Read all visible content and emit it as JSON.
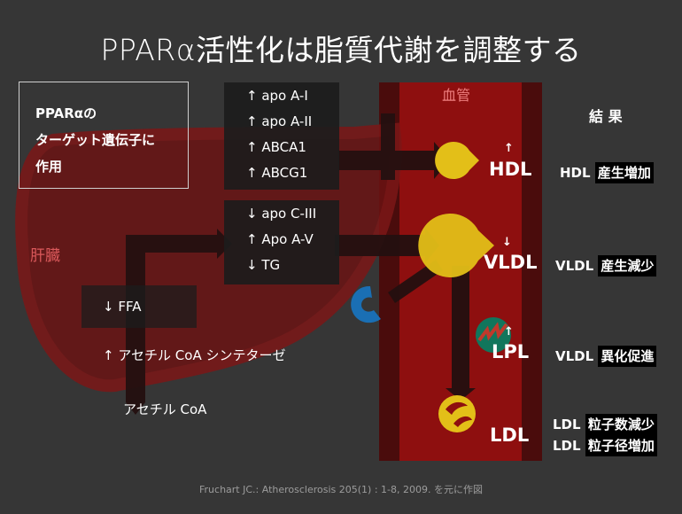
{
  "title": "PPARα活性化は脂質代謝を調整する",
  "ppar_box": [
    "PPARαの",
    "ターゲット遺伝子に",
    "作用"
  ],
  "genes_up": [
    "↑ apo A-I",
    "↑ apo A-II",
    "↑ ABCA1",
    "↑ ABCG1"
  ],
  "genes_mixed": [
    "↓ apo C-III",
    "↑ Apo A-V",
    "↓ TG"
  ],
  "liver_label": "肝臓",
  "vessel_label": "血管",
  "ffa": "↓ FFA",
  "acetyl_synthase": "↑ アセチル CoA シンテターゼ",
  "acetyl_coa": "アセチル CoA",
  "lipoproteins": {
    "hdl": "HDL",
    "vldl": "VLDL",
    "lpl": "LPL",
    "ldl": "LDL",
    "up_arrow": "↑",
    "down_arrow": "↓"
  },
  "results": {
    "title": "結 果",
    "hdl_prefix": "HDL",
    "hdl_effect": "産生増加",
    "vldl1_prefix": "VLDL",
    "vldl1_effect": "産生減少",
    "vldl2_prefix": "VLDL",
    "vldl2_effect": "異化促進",
    "ldl1_prefix": "LDL",
    "ldl1_effect": "粒子数減少",
    "ldl2_prefix": "LDL",
    "ldl2_effect": "粒子径増加"
  },
  "footer": "Fruchart JC.: Atherosclerosis 205(1) : 1-8, 2009. を元に作図",
  "colors": {
    "background": "#363636",
    "vessel": "#8a0e0e",
    "vessel_edge": "#4a0c0c",
    "liver": "#6e1313",
    "lipoprotein": "#e3bf18",
    "enzyme": "#11765c",
    "receptor": "#1a6fb4",
    "flow_arrow": "#2a1212"
  }
}
